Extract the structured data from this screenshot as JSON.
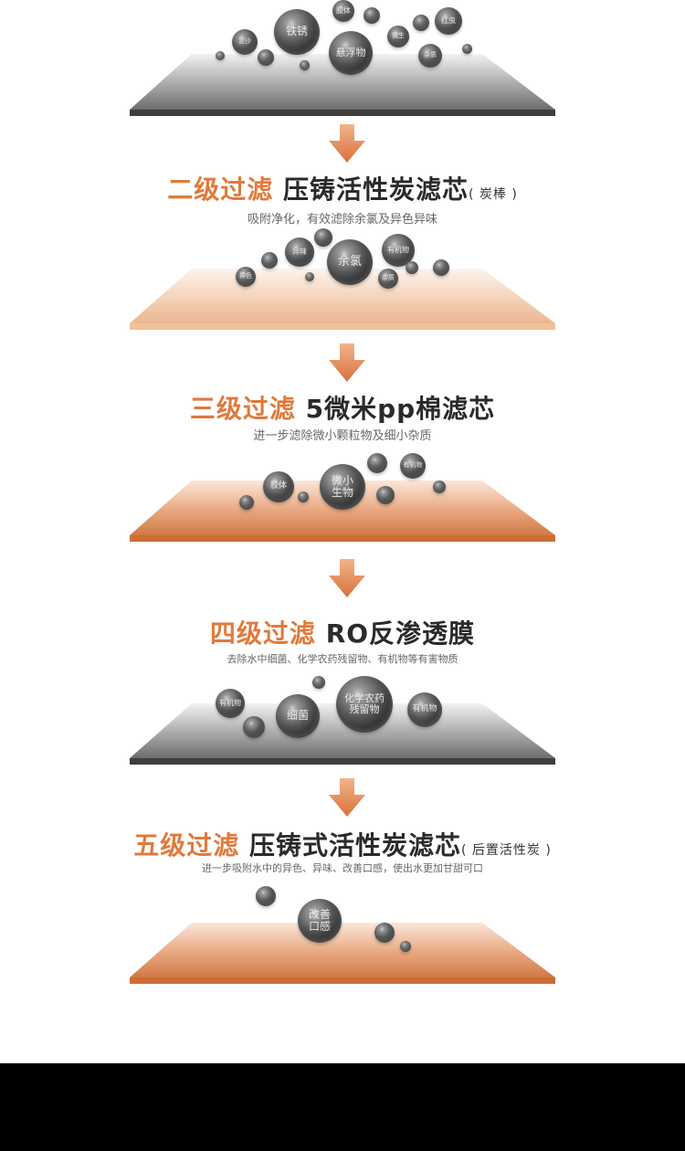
{
  "stages": [
    {
      "level": "",
      "name": "",
      "note": "",
      "desc": "",
      "plate": "gray",
      "particles": [
        "胶体",
        "红虫",
        "铁锈",
        "悬浮物",
        "泥沙",
        "微生",
        "杂质"
      ]
    },
    {
      "level": "二级过滤",
      "name": "压铸活性炭滤芯",
      "note": "( 炭棒 )",
      "desc": "吸附净化，有效滤除余氯及异色异味",
      "plate": "peach",
      "particles": [
        "异味",
        "余氯",
        "有机物",
        "异色",
        "杂质"
      ]
    },
    {
      "level": "三级过滤",
      "name": "5微米pp棉滤芯",
      "note": "",
      "desc": "进一步滤除微小颗粒物及细小杂质",
      "plate": "orange",
      "particles": [
        "胶体",
        "微小\n生物",
        "有机物"
      ]
    },
    {
      "level": "四级过滤",
      "name": "RO反渗透膜",
      "note": "",
      "desc": "去除水中细菌、化学农药残留物、有机物等有害物质",
      "plate": "gray",
      "particles": [
        "有机物",
        "细菌",
        "化学农药\n残留物",
        "有机物"
      ]
    },
    {
      "level": "五级过滤",
      "name": "压铸式活性炭滤芯",
      "note": "( 后置活性炭 )",
      "desc": "进一步吸附水中的异色、异味、改善口感，使出水更加甘甜可口",
      "plate": "orange",
      "particles": [
        "改善\n口感"
      ]
    }
  ]
}
